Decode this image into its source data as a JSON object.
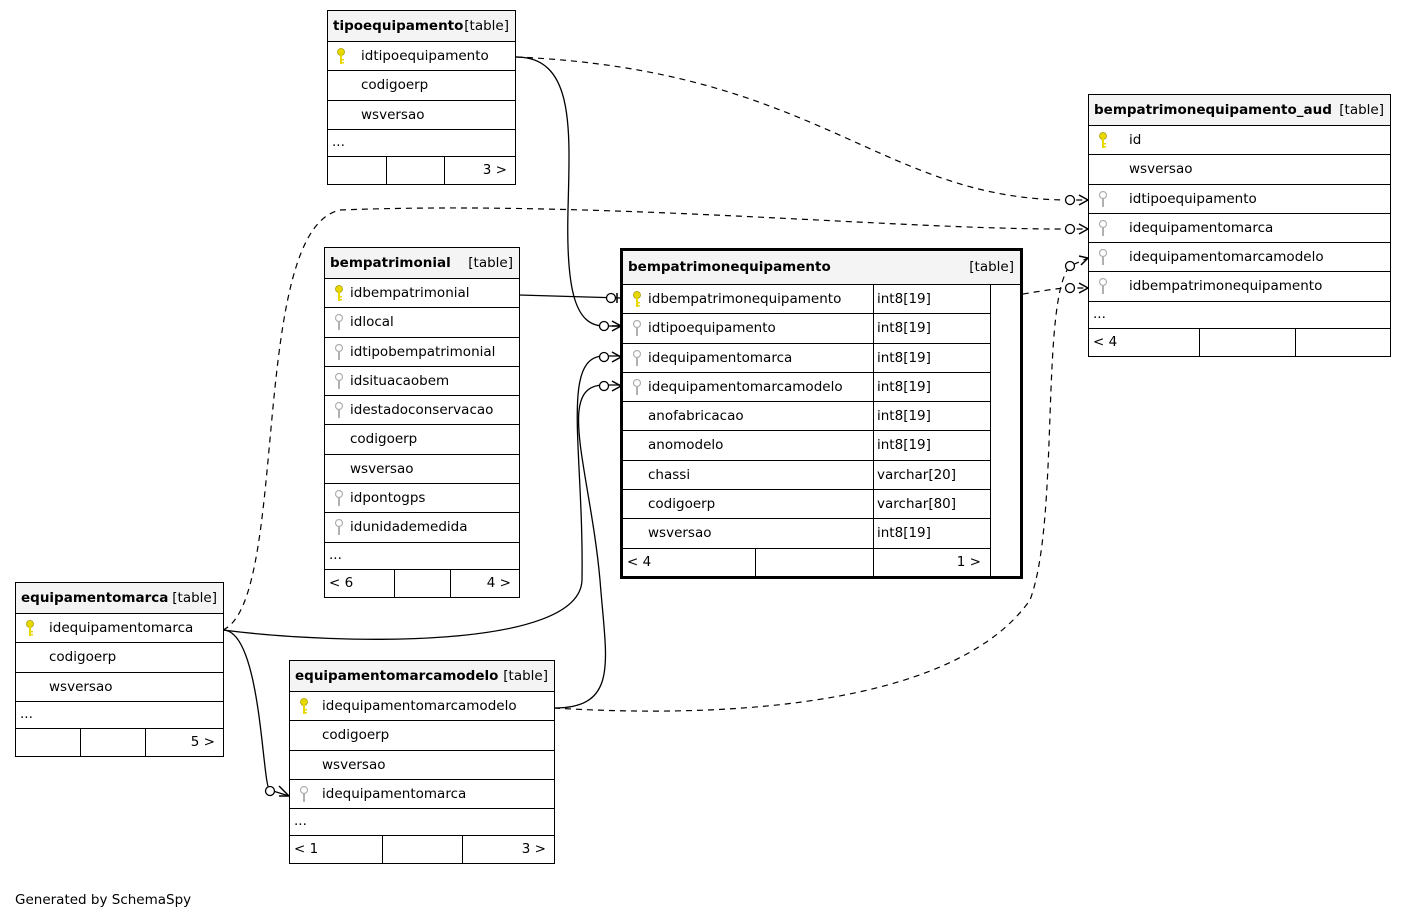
{
  "footer_text": "Generated by SchemaSpy",
  "tables": {
    "tipoequipamento": {
      "name": "tipoequipamento",
      "tag": "[table]",
      "columns": [
        "idtipoequipamento",
        "codigoerp",
        "wsversao"
      ],
      "ellipsis": "...",
      "foot": [
        "",
        "",
        "3 >"
      ]
    },
    "bempatrimonial": {
      "name": "bempatrimonial",
      "tag": "[table]",
      "columns": [
        "idbempatrimonial",
        "idlocal",
        "idtipobempatrimonial",
        "idsituacaobem",
        "idestadoconservacao",
        "codigoerp",
        "wsversao",
        "idpontogps",
        "idunidademedida"
      ],
      "ellipsis": "...",
      "foot": [
        "< 6",
        "",
        "4 >"
      ]
    },
    "bempatrimonequipamento": {
      "name": "bempatrimonequipamento",
      "tag": "[table]",
      "columns": [
        {
          "name": "idbempatrimonequipamento",
          "type": "int8[19]"
        },
        {
          "name": "idtipoequipamento",
          "type": "int8[19]"
        },
        {
          "name": "idequipamentomarca",
          "type": "int8[19]"
        },
        {
          "name": "idequipamentomarcamodelo",
          "type": "int8[19]"
        },
        {
          "name": "anofabricacao",
          "type": "int8[19]"
        },
        {
          "name": "anomodelo",
          "type": "int8[19]"
        },
        {
          "name": "chassi",
          "type": "varchar[20]"
        },
        {
          "name": "codigoerp",
          "type": "varchar[80]"
        },
        {
          "name": "wsversao",
          "type": "int8[19]"
        }
      ],
      "foot": [
        "< 4",
        "",
        "1 >"
      ]
    },
    "bempatrimonequipamento_aud": {
      "name": "bempatrimonequipamento_aud",
      "tag": "[table]",
      "columns": [
        "id",
        "wsversao",
        "idtipoequipamento",
        "idequipamentomarca",
        "idequipamentomarcamodelo",
        "idbempatrimonequipamento"
      ],
      "ellipsis": "...",
      "foot": [
        "< 4",
        "",
        ""
      ]
    },
    "equipamentomarca": {
      "name": "equipamentomarca",
      "tag": "[table]",
      "columns": [
        "idequipamentomarca",
        "codigoerp",
        "wsversao"
      ],
      "ellipsis": "...",
      "foot": [
        "",
        "",
        "5 >"
      ]
    },
    "equipamentomarcamodelo": {
      "name": "equipamentomarcamodelo",
      "tag": "[table]",
      "columns": [
        "idequipamentomarcamodelo",
        "codigoerp",
        "wsversao",
        "idequipamentomarca"
      ],
      "ellipsis": "...",
      "foot": [
        "< 1",
        "",
        "3 >"
      ]
    }
  },
  "colors": {
    "primary_key": "#e8d800",
    "foreign_key": "#b0b0b0",
    "header_bg": "#f4f4f4"
  }
}
